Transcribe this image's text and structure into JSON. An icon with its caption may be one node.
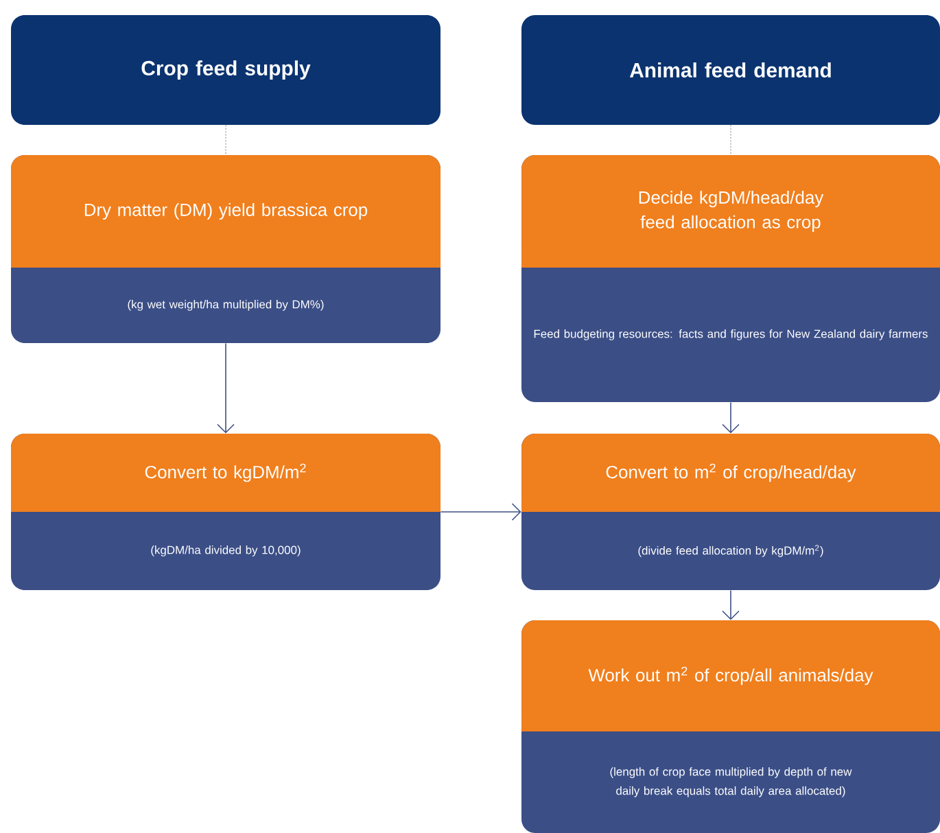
{
  "diagram": {
    "nodes": [
      {
        "text": [
          "Crop feed supply"
        ]
      },
      {
        "text": [
          "Animal feed demand"
        ]
      },
      {
        "text": [
          "Dry matter (DM) yield brassica crop",
          "(kg wet weight/ha multiplied by DM%)"
        ]
      },
      {
        "text": [
          "Convert to kgDM/m$^{2}$",
          "(kgDM/ha divided by 10,000)"
        ]
      },
      {
        "text": [
          "Decide kgDM/head/day feed allocation as crop",
          "Feed budgeting resources: facts and figures for New Zealand dairy farmers"
        ]
      },
      {
        "text": [
          "Convert to m$^{2}$ of crop/head/day",
          "(divide feed allocation by kgDM/m$^{2}$)"
        ]
      },
      {
        "text": [
          "Work out m$^{2}$ of crop/all animals/day",
          "(length of crop face multiplied by depth of new daily break equals total daily area allocated)"
        ]
      }
    ],
    "edges": [
      {
        "from": 0,
        "to": 2,
        "arrow": "none",
        "style": "dashed",
        "color": "#b0b0b0"
      },
      {
        "from": 1,
        "to": 4,
        "arrow": "none",
        "style": "dashed",
        "color": "#b0b0b0"
      },
      {
        "from": 2,
        "to": 3,
        "arrow": "to"
      },
      {
        "from": 3,
        "to": 5,
        "arrow": "to"
      },
      {
        "from": 4,
        "to": 5,
        "arrow": "to"
      },
      {
        "from": 5,
        "to": 6,
        "arrow": "to"
      }
    ]
  }
}
